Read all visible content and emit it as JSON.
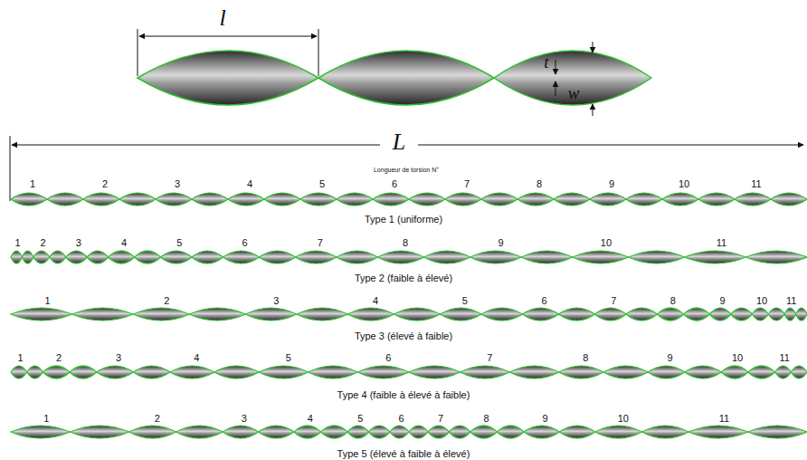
{
  "diagram": {
    "labels": [
      "l",
      "t",
      "w",
      "L",
      "Longueur de torsion N°",
      "1",
      "2",
      "3",
      "4",
      "5",
      "6",
      "7",
      "8",
      "9",
      "10",
      "11",
      "Type 1 (uniforme)",
      "1",
      "2",
      "3",
      "4",
      "5",
      "6",
      "7",
      "8",
      "9",
      "10",
      "11",
      "Type 2 (faible à élevé)",
      "1",
      "2",
      "3",
      "4",
      "5",
      "6",
      "7",
      "8",
      "9",
      "10",
      "11",
      "Type 3 (élevé à faible)",
      "1",
      "2",
      "3",
      "4",
      "5",
      "6",
      "7",
      "8",
      "9",
      "10",
      "11",
      "Type 4 (faible à élevé à faible)",
      "1",
      "2",
      "3",
      "4",
      "5",
      "6",
      "7",
      "8",
      "9",
      "10",
      "11",
      "Type 5 (élevé à faible à élevé)"
    ]
  }
}
